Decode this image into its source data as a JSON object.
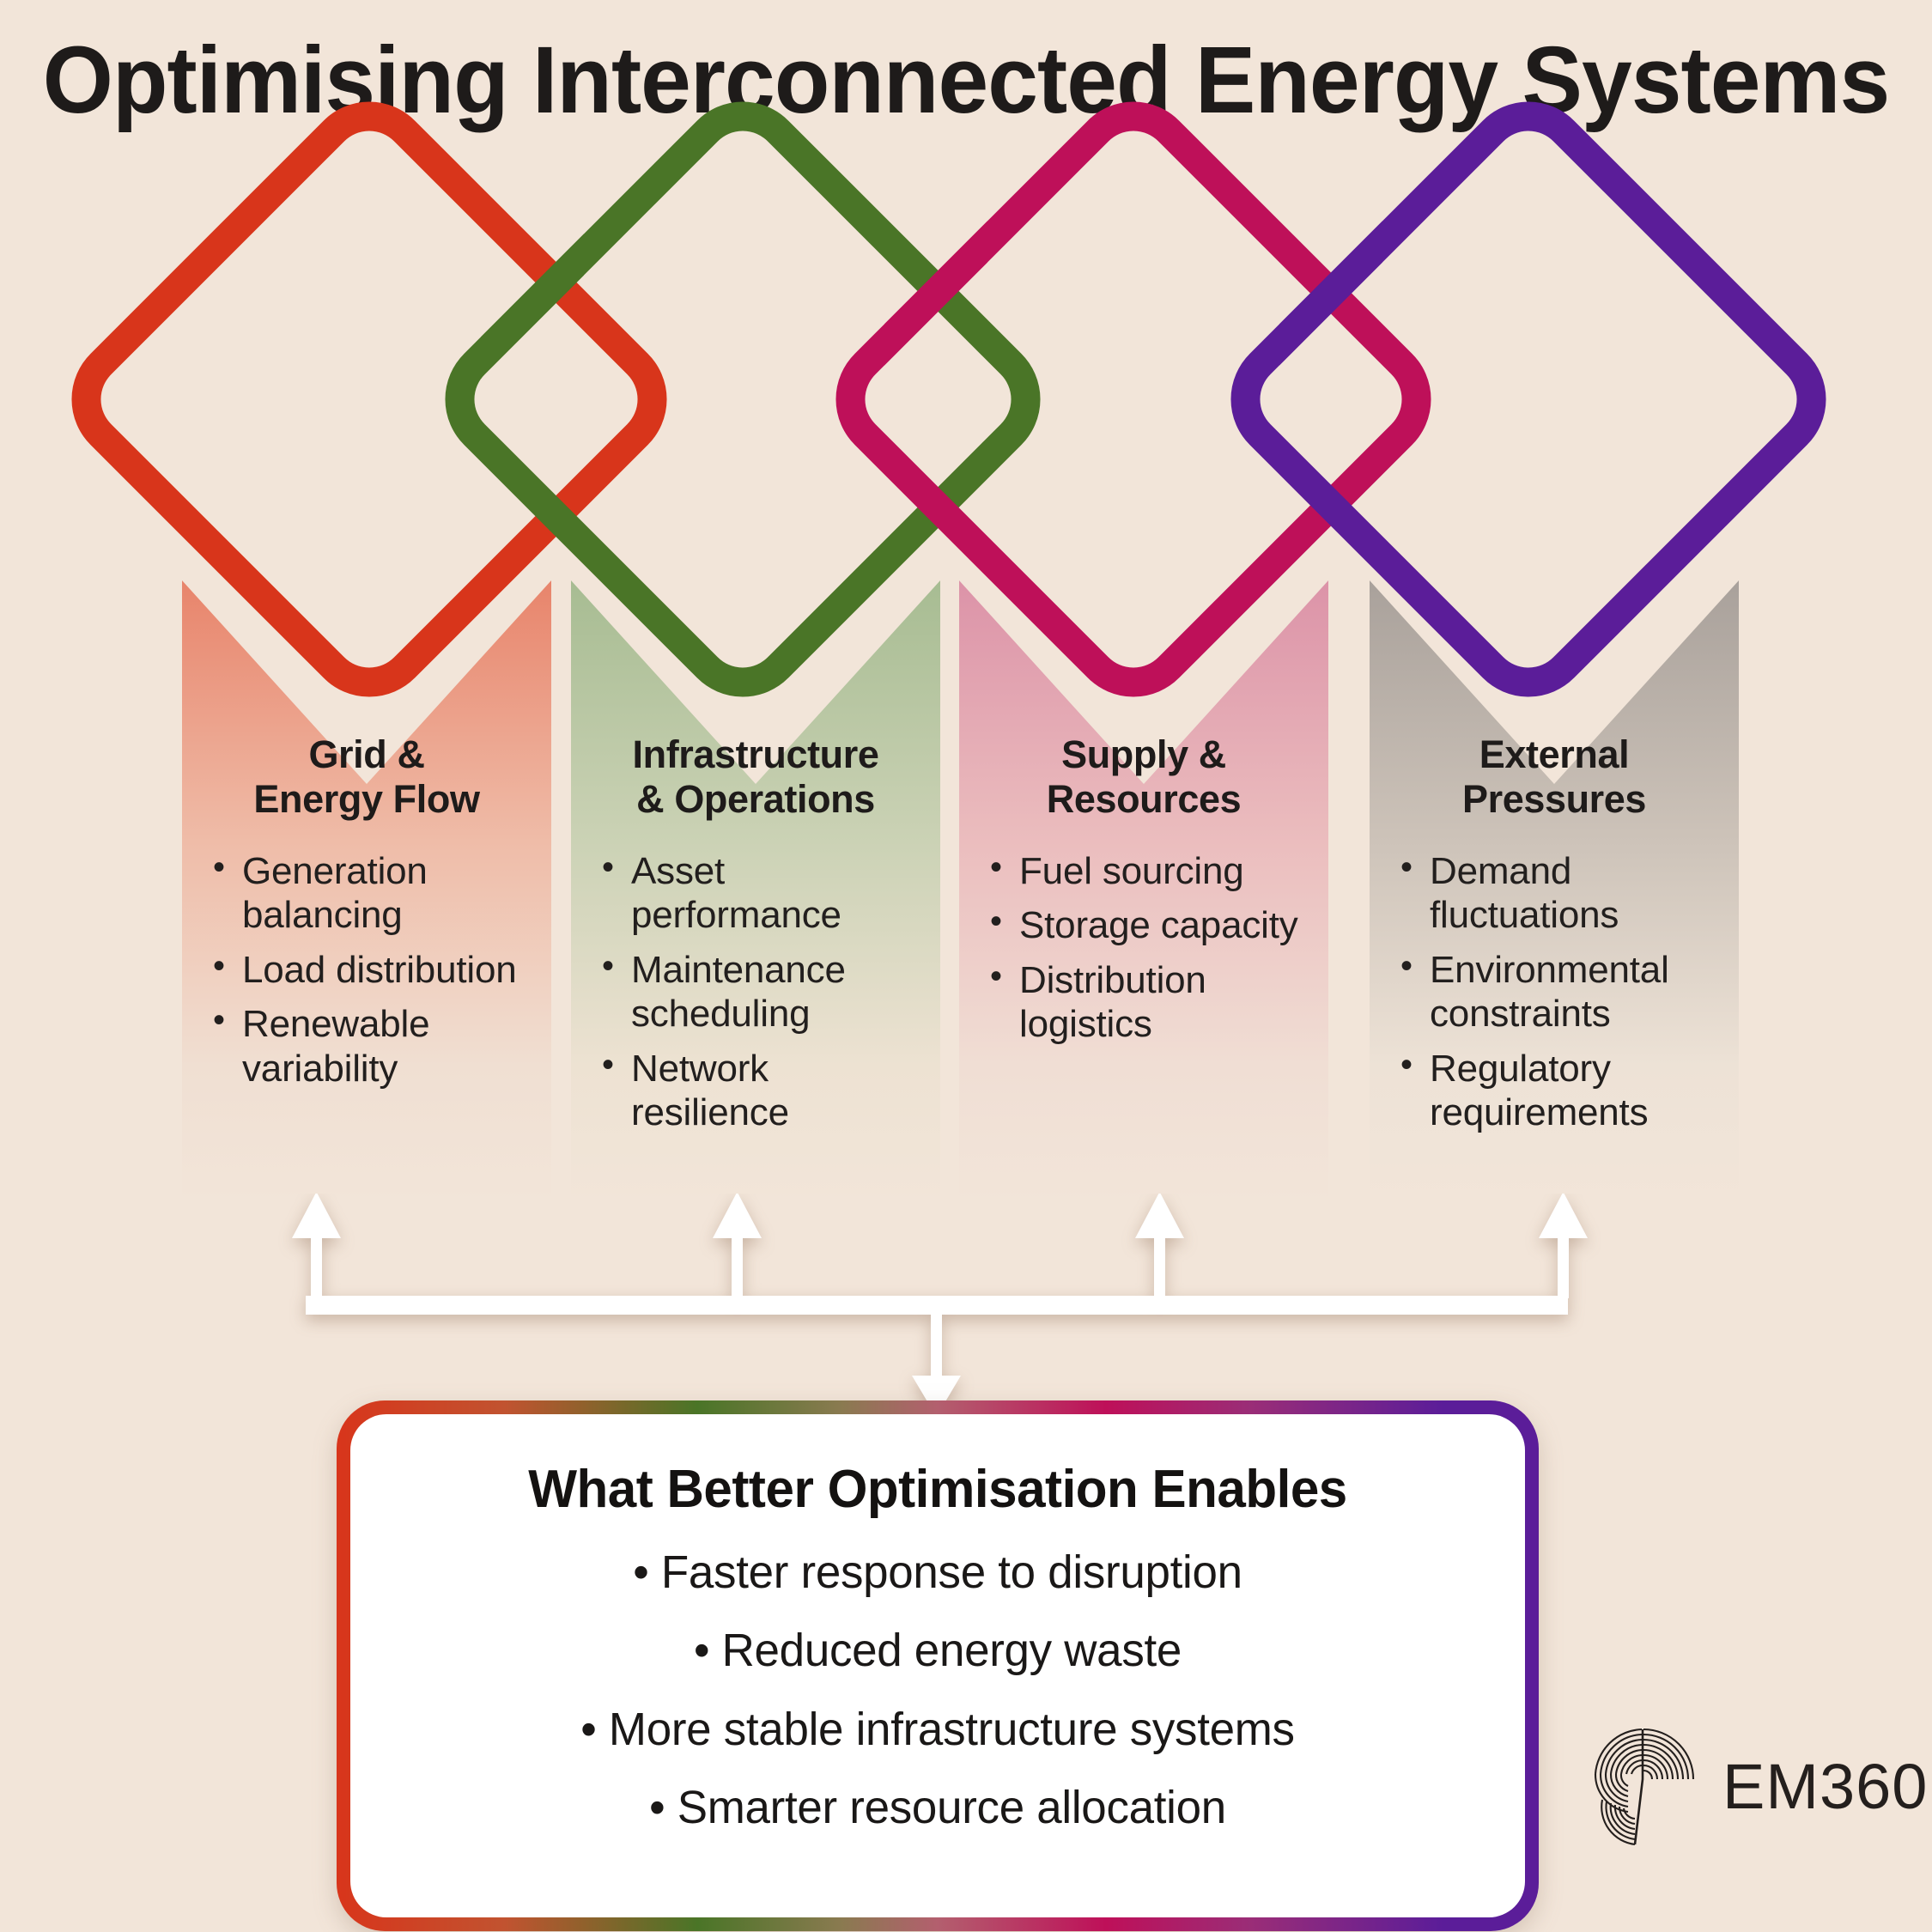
{
  "page": {
    "title": "Optimising Interconnected Energy Systems",
    "background_color": "#F2E5D9"
  },
  "palette": {
    "red": "#D8351B",
    "green": "#4A7527",
    "magenta": "#BE1059",
    "purple": "#5B1D99",
    "panel_red_top": "#E8846B",
    "panel_green_top": "#A7BC92",
    "panel_magenta_top": "#DC93A8",
    "panel_grey_top": "#A9A19B",
    "text": "#1E1B1A",
    "card_bg": "#FFFFFF",
    "arrow": "#FFFFFF"
  },
  "pillars": [
    {
      "id": "grid-energy-flow",
      "title": "Grid &\nEnergy Flow",
      "title_lines": [
        "Grid &",
        "Energy Flow"
      ],
      "accent": "#D8351B",
      "panel_top_color": "#E8846B",
      "items": [
        "Generation balancing",
        "Load distribution",
        "Renewable variability"
      ]
    },
    {
      "id": "infrastructure-operations",
      "title": "Infrastructure\n& Operations",
      "title_lines": [
        "Infrastructure",
        "& Operations"
      ],
      "accent": "#4A7527",
      "panel_top_color": "#A7BC92",
      "items": [
        "Asset performance",
        "Maintenance scheduling",
        "Network resilience"
      ]
    },
    {
      "id": "supply-resources",
      "title": "Supply &\nResources",
      "title_lines": [
        "Supply &",
        "Resources"
      ],
      "accent": "#BE1059",
      "panel_top_color": "#DC93A8",
      "items": [
        "Fuel sourcing",
        "Storage capacity",
        "Distribution logistics"
      ]
    },
    {
      "id": "external-pressures",
      "title": "External\nPressures",
      "title_lines": [
        "External",
        "Pressures"
      ],
      "accent": "#5B1D99",
      "panel_top_color": "#A9A19B",
      "items": [
        "Demand fluctuations",
        "Environmental constraints",
        "Regulatory requirements"
      ]
    }
  ],
  "outcome": {
    "title": "What Better Optimisation Enables",
    "items": [
      "Faster response to disruption",
      "Reduced energy waste",
      "More stable infrastructure systems",
      "Smarter resource allocation"
    ]
  },
  "logo": {
    "text": "EM360",
    "mark": "em360-concentric-arcs-mark"
  }
}
